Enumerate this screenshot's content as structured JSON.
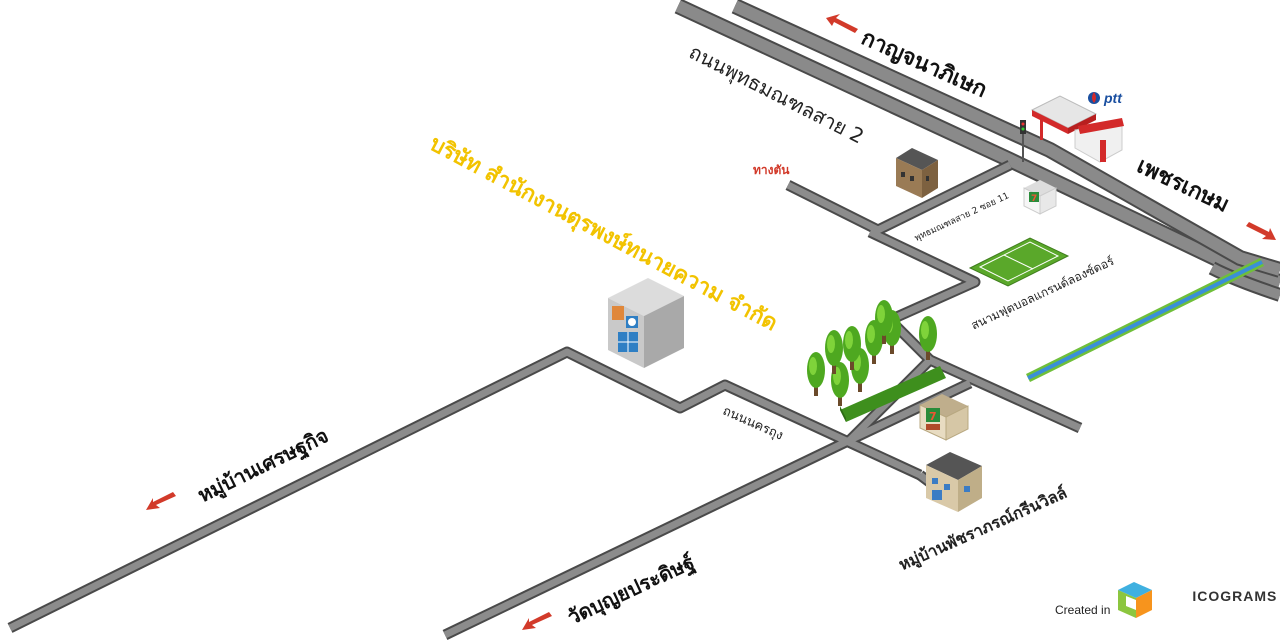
{
  "roads": {
    "kanchanaphisek": "กาญจนาภิเษก",
    "phutthamonthon_sai2": "ถนนพุทธมณฑลสาย 2",
    "phetkasem": "เพชรเกษม",
    "soi11": "พุทธมณฑลสาย 2 ซอย 11",
    "nakhon_krung": "ถนนนครถุง"
  },
  "places": {
    "company": "บริษัท สำนักงานตุรพงษ์ทนายความ จำกัด",
    "dead_end": "ทางตัน",
    "football_field": "สนามฟุตบอลแกรนด์ลองซ์ดอร์",
    "village_sethakit": "หมู่บ้านเศรษฐกิจ",
    "wat": "วัดบุญยประดิษฐ์",
    "village_patcharaporn": "หมู่บ้านพัชราภรณ์กรีนวิลล์",
    "ptt_logo_text": "ptt"
  },
  "credit": {
    "created_in": "Created in",
    "brand": "ICOGRAMS"
  },
  "colors": {
    "road": "#777777",
    "road_edge": "#4a4a4a",
    "company_label": "#f2c300",
    "arrow": "#d23a2a",
    "grass": "#5aa82a",
    "canal": "#3a8fd8"
  },
  "icons": [
    "arrow-icon",
    "ptt-station-icon",
    "seven-eleven-icon",
    "office-building-icon",
    "old-building-icon",
    "house-icon",
    "tree-icon",
    "football-field-icon",
    "traffic-light-icon",
    "icograms-logo-icon"
  ]
}
